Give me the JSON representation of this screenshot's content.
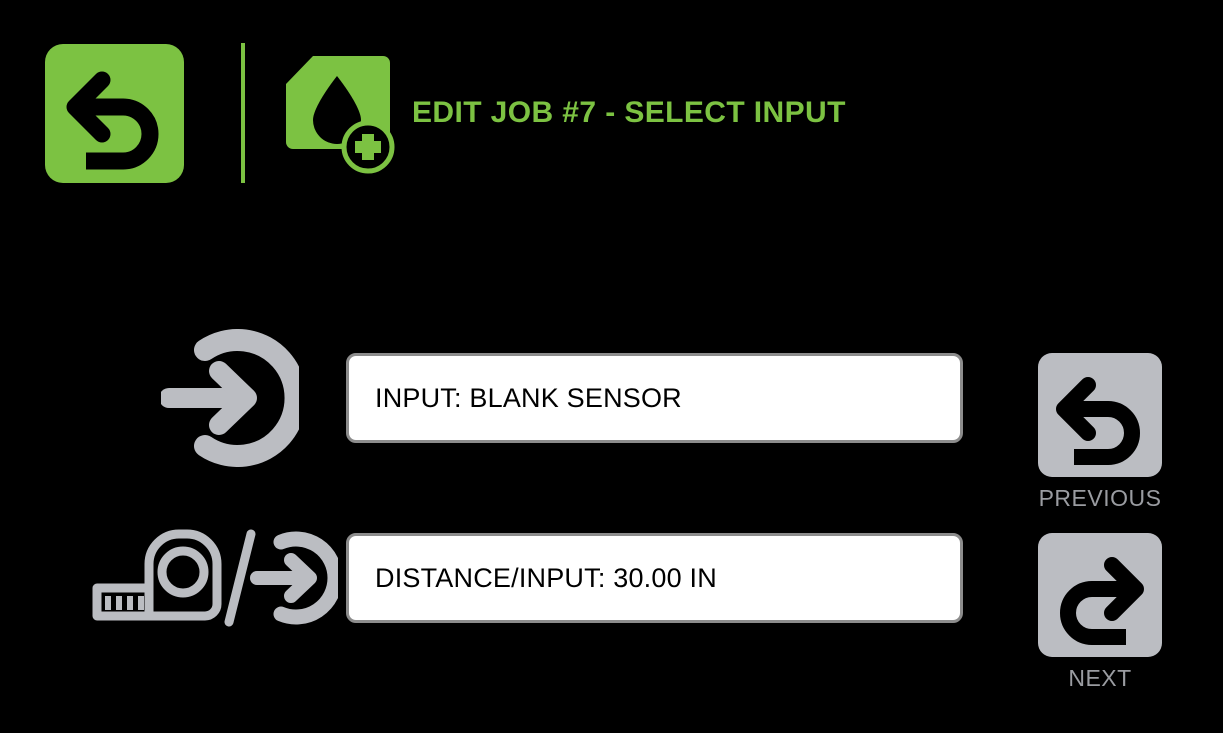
{
  "screen": {
    "background_color": "#000000",
    "accent_color": "#7cc242",
    "button_gray": "#bbbdc2",
    "label_gray": "#9a9ca1"
  },
  "header": {
    "back_button": {
      "name": "back-button",
      "icon": "undo-arrow-icon",
      "color": "#7cc242"
    },
    "job_icon": {
      "name": "add-job-icon",
      "icon": "page-droplet-plus-icon",
      "color": "#7cc242"
    },
    "title": "EDIT JOB #7 - SELECT INPUT"
  },
  "main": {
    "rows": [
      {
        "icon": "login-arrow-icon",
        "field_name": "input-field",
        "value": "INPUT: BLANK SENSOR",
        "placeholder": "INPUT:"
      },
      {
        "icon": "tape-measure-per-input-icon",
        "field_name": "distance-per-input-field",
        "value": "DISTANCE/INPUT: 30.00 IN",
        "placeholder": "DISTANCE/INPUT:"
      }
    ]
  },
  "navigation": {
    "previous": {
      "label": "PREVIOUS",
      "icon": "undo-arrow-left-icon"
    },
    "next": {
      "label": "NEXT",
      "icon": "redo-arrow-right-icon"
    }
  }
}
